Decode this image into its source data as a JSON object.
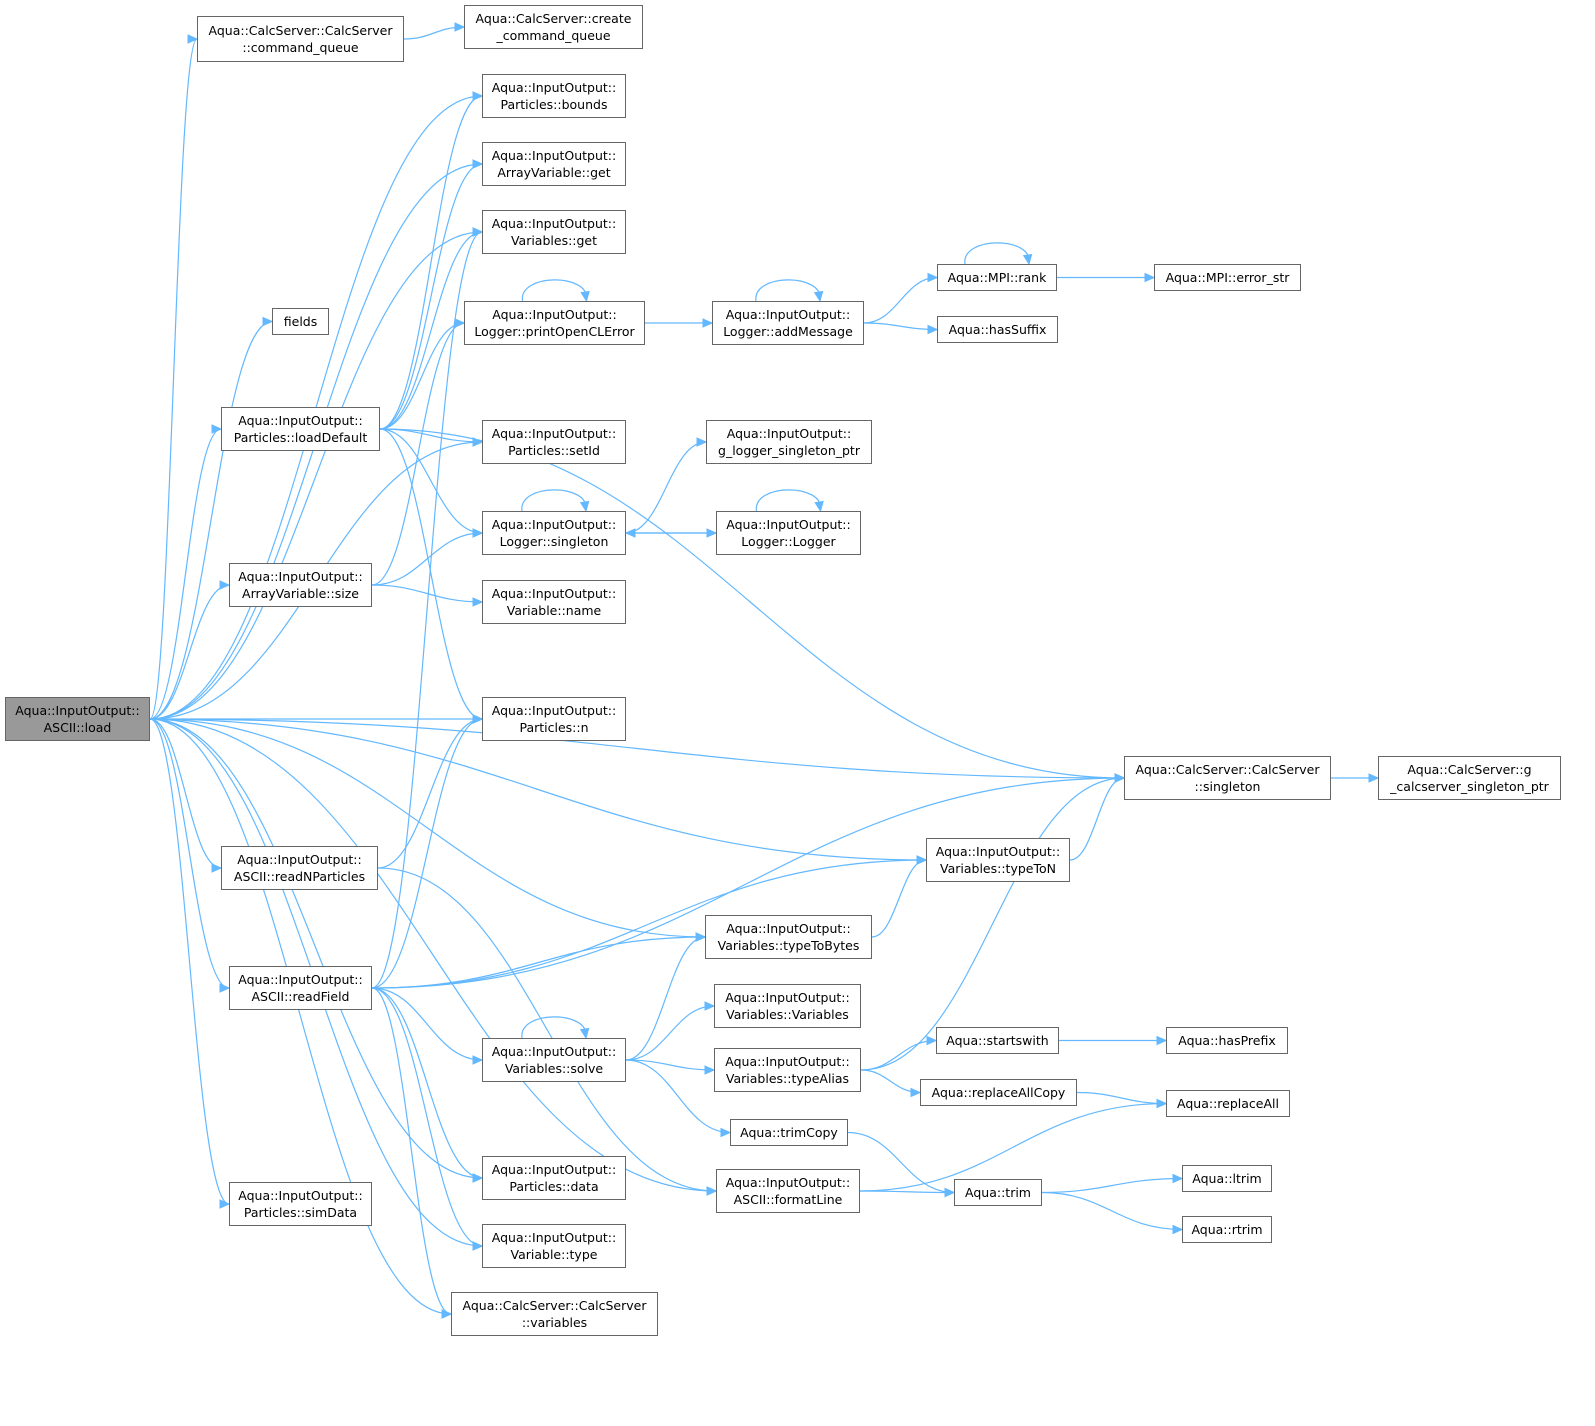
{
  "graph": {
    "accent_color": "#63b8ff",
    "root_fill": "#999999",
    "nodes": [
      {
        "id": "load",
        "label": "Aqua::InputOutput::\nASCII::load",
        "root": true
      },
      {
        "id": "cq",
        "label": "Aqua::CalcServer::CalcServer\n::command_queue"
      },
      {
        "id": "ccq",
        "label": "Aqua::CalcServer::create\n_command_queue"
      },
      {
        "id": "bounds",
        "label": "Aqua::InputOutput::\nParticles::bounds"
      },
      {
        "id": "avget",
        "label": "Aqua::InputOutput::\nArrayVariable::get"
      },
      {
        "id": "vget",
        "label": "Aqua::InputOutput::\nVariables::get"
      },
      {
        "id": "fields",
        "label": "fields"
      },
      {
        "id": "pocl",
        "label": "Aqua::InputOutput::\nLogger::printOpenCLError"
      },
      {
        "id": "addmsg",
        "label": "Aqua::InputOutput::\nLogger::addMessage"
      },
      {
        "id": "rank",
        "label": "Aqua::MPI::rank"
      },
      {
        "id": "errstr",
        "label": "Aqua::MPI::error_str"
      },
      {
        "id": "hassuffix",
        "label": "Aqua::hasSuffix"
      },
      {
        "id": "loaddef",
        "label": "Aqua::InputOutput::\nParticles::loadDefault"
      },
      {
        "id": "setid",
        "label": "Aqua::InputOutput::\nParticles::setId"
      },
      {
        "id": "glsp",
        "label": "Aqua::InputOutput::\ng_logger_singleton_ptr"
      },
      {
        "id": "lsing",
        "label": "Aqua::InputOutput::\nLogger::singleton"
      },
      {
        "id": "logger",
        "label": "Aqua::InputOutput::\nLogger::Logger"
      },
      {
        "id": "avsize",
        "label": "Aqua::InputOutput::\nArrayVariable::size"
      },
      {
        "id": "vname",
        "label": "Aqua::InputOutput::\nVariable::name"
      },
      {
        "id": "pn",
        "label": "Aqua::InputOutput::\nParticles::n"
      },
      {
        "id": "cssing",
        "label": "Aqua::CalcServer::CalcServer\n::singleton"
      },
      {
        "id": "gcsp",
        "label": "Aqua::CalcServer::g\n_calcserver_singleton_ptr"
      },
      {
        "id": "readnp",
        "label": "Aqua::InputOutput::\nASCII::readNParticles"
      },
      {
        "id": "typeton",
        "label": "Aqua::InputOutput::\nVariables::typeToN"
      },
      {
        "id": "ttb",
        "label": "Aqua::InputOutput::\nVariables::typeToBytes"
      },
      {
        "id": "readfield",
        "label": "Aqua::InputOutput::\nASCII::readField"
      },
      {
        "id": "vvars",
        "label": "Aqua::InputOutput::\nVariables::Variables"
      },
      {
        "id": "solve",
        "label": "Aqua::InputOutput::\nVariables::solve"
      },
      {
        "id": "typealias",
        "label": "Aqua::InputOutput::\nVariables::typeAlias"
      },
      {
        "id": "startswith",
        "label": "Aqua::startswith"
      },
      {
        "id": "hasprefix",
        "label": "Aqua::hasPrefix"
      },
      {
        "id": "replcopy",
        "label": "Aqua::replaceAllCopy"
      },
      {
        "id": "replall",
        "label": "Aqua::replaceAll"
      },
      {
        "id": "trimcopy",
        "label": "Aqua::trimCopy"
      },
      {
        "id": "pdata",
        "label": "Aqua::InputOutput::\nParticles::data"
      },
      {
        "id": "fmtline",
        "label": "Aqua::InputOutput::\nASCII::formatLine"
      },
      {
        "id": "trim",
        "label": "Aqua::trim"
      },
      {
        "id": "ltrim",
        "label": "Aqua::ltrim"
      },
      {
        "id": "rtrim",
        "label": "Aqua::rtrim"
      },
      {
        "id": "simdata",
        "label": "Aqua::InputOutput::\nParticles::simData"
      },
      {
        "id": "vtype",
        "label": "Aqua::InputOutput::\nVariable::type"
      },
      {
        "id": "csvars",
        "label": "Aqua::CalcServer::CalcServer\n::variables"
      }
    ],
    "edges": [
      [
        "load",
        "cq"
      ],
      [
        "load",
        "bounds"
      ],
      [
        "load",
        "avget"
      ],
      [
        "load",
        "vget"
      ],
      [
        "load",
        "fields"
      ],
      [
        "load",
        "loaddef"
      ],
      [
        "load",
        "setid"
      ],
      [
        "load",
        "avsize"
      ],
      [
        "load",
        "pn"
      ],
      [
        "load",
        "cssing"
      ],
      [
        "load",
        "typeton"
      ],
      [
        "load",
        "readnp"
      ],
      [
        "load",
        "ttb"
      ],
      [
        "load",
        "readfield"
      ],
      [
        "load",
        "pdata"
      ],
      [
        "load",
        "simdata"
      ],
      [
        "load",
        "vtype"
      ],
      [
        "load",
        "csvars"
      ],
      [
        "load",
        "fmtline"
      ],
      [
        "cq",
        "ccq"
      ],
      [
        "loaddef",
        "bounds"
      ],
      [
        "loaddef",
        "avget"
      ],
      [
        "loaddef",
        "vget"
      ],
      [
        "loaddef",
        "pocl"
      ],
      [
        "loaddef",
        "setid"
      ],
      [
        "loaddef",
        "lsing"
      ],
      [
        "loaddef",
        "pn"
      ],
      [
        "loaddef",
        "cssing"
      ],
      [
        "pocl",
        "pocl"
      ],
      [
        "pocl",
        "addmsg"
      ],
      [
        "addmsg",
        "addmsg"
      ],
      [
        "addmsg",
        "rank"
      ],
      [
        "addmsg",
        "hassuffix"
      ],
      [
        "rank",
        "rank"
      ],
      [
        "rank",
        "errstr"
      ],
      [
        "lsing",
        "lsing"
      ],
      [
        "lsing",
        "glsp"
      ],
      [
        "lsing",
        "logger"
      ],
      [
        "logger",
        "logger"
      ],
      [
        "logger",
        "lsing"
      ],
      [
        "avsize",
        "pocl"
      ],
      [
        "avsize",
        "lsing"
      ],
      [
        "avsize",
        "vname"
      ],
      [
        "cssing",
        "gcsp"
      ],
      [
        "readnp",
        "pn"
      ],
      [
        "readnp",
        "fmtline"
      ],
      [
        "typeton",
        "cssing"
      ],
      [
        "ttb",
        "typeton"
      ],
      [
        "readfield",
        "vget"
      ],
      [
        "readfield",
        "pn"
      ],
      [
        "readfield",
        "cssing"
      ],
      [
        "readfield",
        "typeton"
      ],
      [
        "readfield",
        "ttb"
      ],
      [
        "readfield",
        "solve"
      ],
      [
        "readfield",
        "pdata"
      ],
      [
        "readfield",
        "vtype"
      ],
      [
        "readfield",
        "csvars"
      ],
      [
        "solve",
        "solve"
      ],
      [
        "solve",
        "ttb"
      ],
      [
        "solve",
        "vvars"
      ],
      [
        "solve",
        "typealias"
      ],
      [
        "solve",
        "trimcopy"
      ],
      [
        "typealias",
        "cssing"
      ],
      [
        "typealias",
        "startswith"
      ],
      [
        "typealias",
        "replcopy"
      ],
      [
        "startswith",
        "hasprefix"
      ],
      [
        "replcopy",
        "replall"
      ],
      [
        "trimcopy",
        "trim"
      ],
      [
        "fmtline",
        "replall"
      ],
      [
        "fmtline",
        "trim"
      ],
      [
        "trim",
        "ltrim"
      ],
      [
        "trim",
        "rtrim"
      ]
    ]
  }
}
